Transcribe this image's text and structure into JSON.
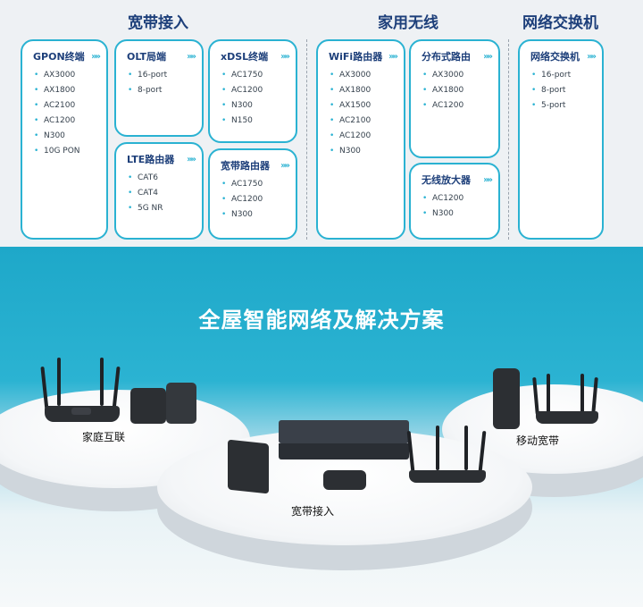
{
  "sections": {
    "broadband": "宽带接入",
    "home_wireless": "家用无线",
    "switch": "网络交换机"
  },
  "cards": {
    "gpon": {
      "title": "GPON终端",
      "items": [
        "AX3000",
        "AX1800",
        "AC2100",
        "AC1200",
        "N300",
        "10G PON"
      ]
    },
    "olt": {
      "title": "OLT局端",
      "items": [
        "16-port",
        "8-port"
      ]
    },
    "xdsl": {
      "title": "xDSL终端",
      "items": [
        "AC1750",
        "AC1200",
        "N300",
        "N150"
      ]
    },
    "lte": {
      "title": "LTE路由器",
      "items": [
        "CAT6",
        "CAT4",
        "5G NR"
      ]
    },
    "bb_router": {
      "title": "宽带路由器",
      "items": [
        "AC1750",
        "AC1200",
        "N300"
      ]
    },
    "wifi": {
      "title": "WiFi路由器",
      "items": [
        "AX3000",
        "AX1800",
        "AX1500",
        "AC2100",
        "AC1200",
        "N300"
      ]
    },
    "mesh": {
      "title": "分布式路由",
      "items": [
        "AX3000",
        "AX1800",
        "AC1200"
      ]
    },
    "extender": {
      "title": "无线放大器",
      "items": [
        "AC1200",
        "N300"
      ]
    },
    "switch": {
      "title": "网络交换机",
      "items": [
        "16-port",
        "8-port",
        "5-port"
      ]
    }
  },
  "chevron_glyph": "»»",
  "banner": {
    "title": "全屋智能网络及解决方案",
    "labels": {
      "home": "家庭互联",
      "broadband": "宽带接入",
      "mobile": "移动宽带"
    }
  },
  "colors": {
    "accent": "#2ab2d2",
    "title_blue": "#1d3f7a",
    "banner": "#1ea8c9"
  }
}
